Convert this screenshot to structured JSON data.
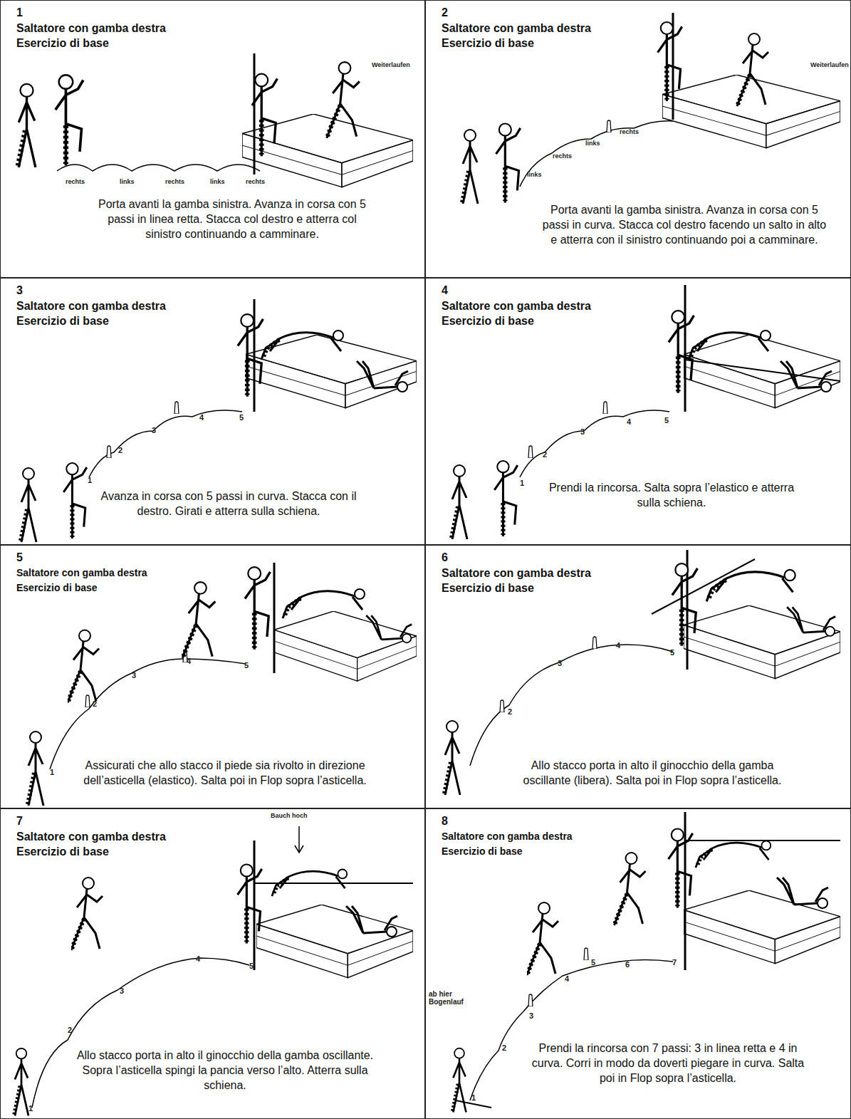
{
  "diagram": {
    "nodes": [
      {
        "text": [
          "1",
          "Saltatore con gamba destra",
          "Esercizio di base",
          "Porta avanti la gamba sinistra. Avanza in corsa con 5 passi in linea retta. Stacca col destro e atterra col sinistro continuando a camminare."
        ]
      },
      {
        "text": [
          "2",
          "Saltatore con gamba destra",
          "Esercizio di base",
          "Porta avanti la gamba sinistra. Avanza in corsa con 5 passi in curva. Stacca col destro facendo un salto in alto e atterra con il sinistro continuando poi a camminare."
        ]
      },
      {
        "text": [
          "3",
          "Saltatore con gamba destra",
          "Esercizio di base",
          "Avanza in corsa con 5 passi in curva. Stacca con il destro. Girati e atterra sulla schiena."
        ]
      },
      {
        "text": [
          "4",
          "Saltatore con gamba destra",
          "Esercizio di base",
          "Prendi la rincorsa. Salta sopra l’elastico e atterra sulla schiena."
        ]
      },
      {
        "text": [
          "5",
          "Saltatore con gamba destra",
          "Esercizio di base",
          "Assicurati che allo stacco il piede sia rivolto in direzione dell’asticella (elastico). Salta poi in Flop sopra l’asticella."
        ]
      },
      {
        "text": [
          "6",
          "Saltatore con gamba destra",
          "Esercizio di base",
          "Allo stacco porta in alto il ginocchio della gamba oscillante (libera). Salta poi in Flop sopra l’asticella."
        ]
      },
      {
        "text": [
          "7",
          "Saltatore con gamba destra",
          "Esercizio di base",
          "Allo stacco porta in alto il ginocchio della gamba oscillante. Sopra l’asticella spingi la pancia verso l’alto. Atterra sulla schiena."
        ]
      },
      {
        "text": [
          "8",
          "Saltatore con gamba destra",
          "Esercizio di base",
          "Prendi la rincorsa con 7 passi: 3 in linea retta e 4 in curva. Corri in modo da doverti piegare in curva. Salta poi in Flop sopra l’asticella."
        ]
      }
    ],
    "labels": [
      "rechts",
      "links",
      "rechts",
      "links",
      "rechts",
      "Weiterlaufen",
      "links",
      "rechts",
      "links",
      "rechts",
      "Weiterlaufen",
      "1",
      "2",
      "3",
      "4",
      "5",
      "1",
      "2",
      "3",
      "4",
      "5",
      "1",
      "2",
      "3",
      "4",
      "5",
      "2",
      "3",
      "4",
      "5",
      "Bauch hoch",
      "1",
      "2",
      "3",
      "4",
      "5",
      "ab hier Bogenlauf",
      "1",
      "2",
      "3",
      "4",
      "5",
      "6",
      "7"
    ]
  }
}
